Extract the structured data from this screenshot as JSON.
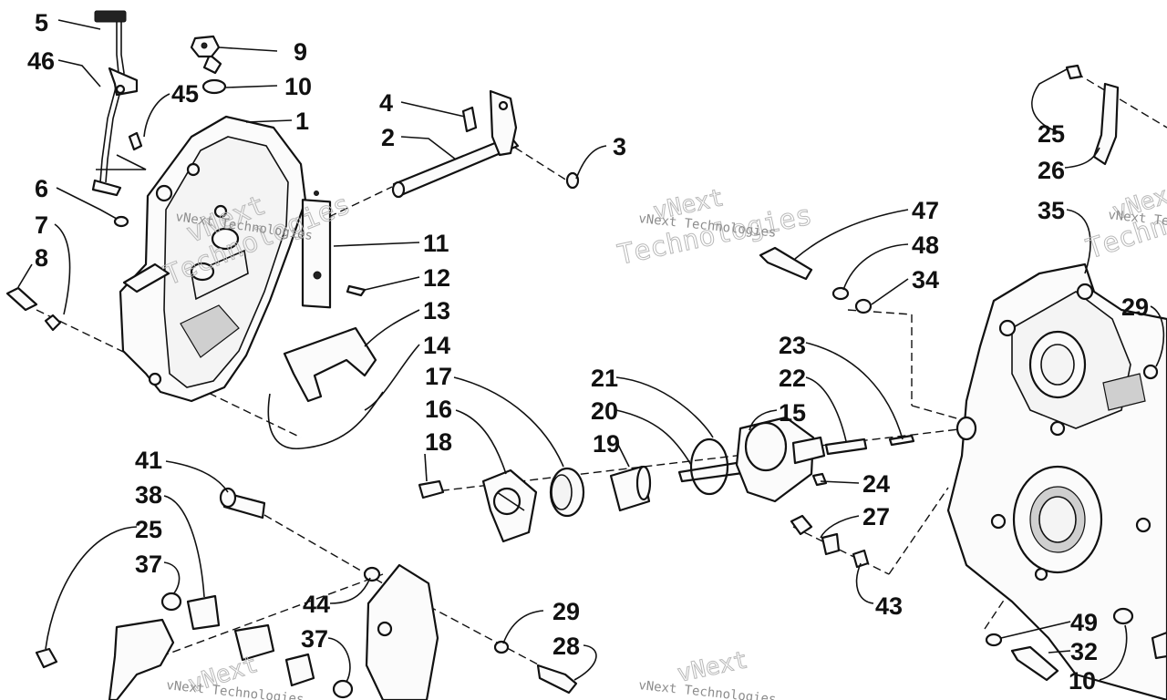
{
  "callouts": [
    "5",
    "46",
    "9",
    "10",
    "45",
    "1",
    "4",
    "2",
    "3",
    "6",
    "7",
    "8",
    "11",
    "12",
    "13",
    "14",
    "17",
    "16",
    "18",
    "21",
    "20",
    "19",
    "15",
    "22",
    "23",
    "24",
    "27",
    "43",
    "47",
    "48",
    "34",
    "25",
    "26",
    "35",
    "29",
    "41",
    "38",
    "25",
    "37",
    "44",
    "37",
    "29",
    "28",
    "49",
    "32",
    "10"
  ],
  "watermark": {
    "brand": "vNext",
    "brand_lower": "Technologies",
    "full": "vNext Technologies"
  }
}
